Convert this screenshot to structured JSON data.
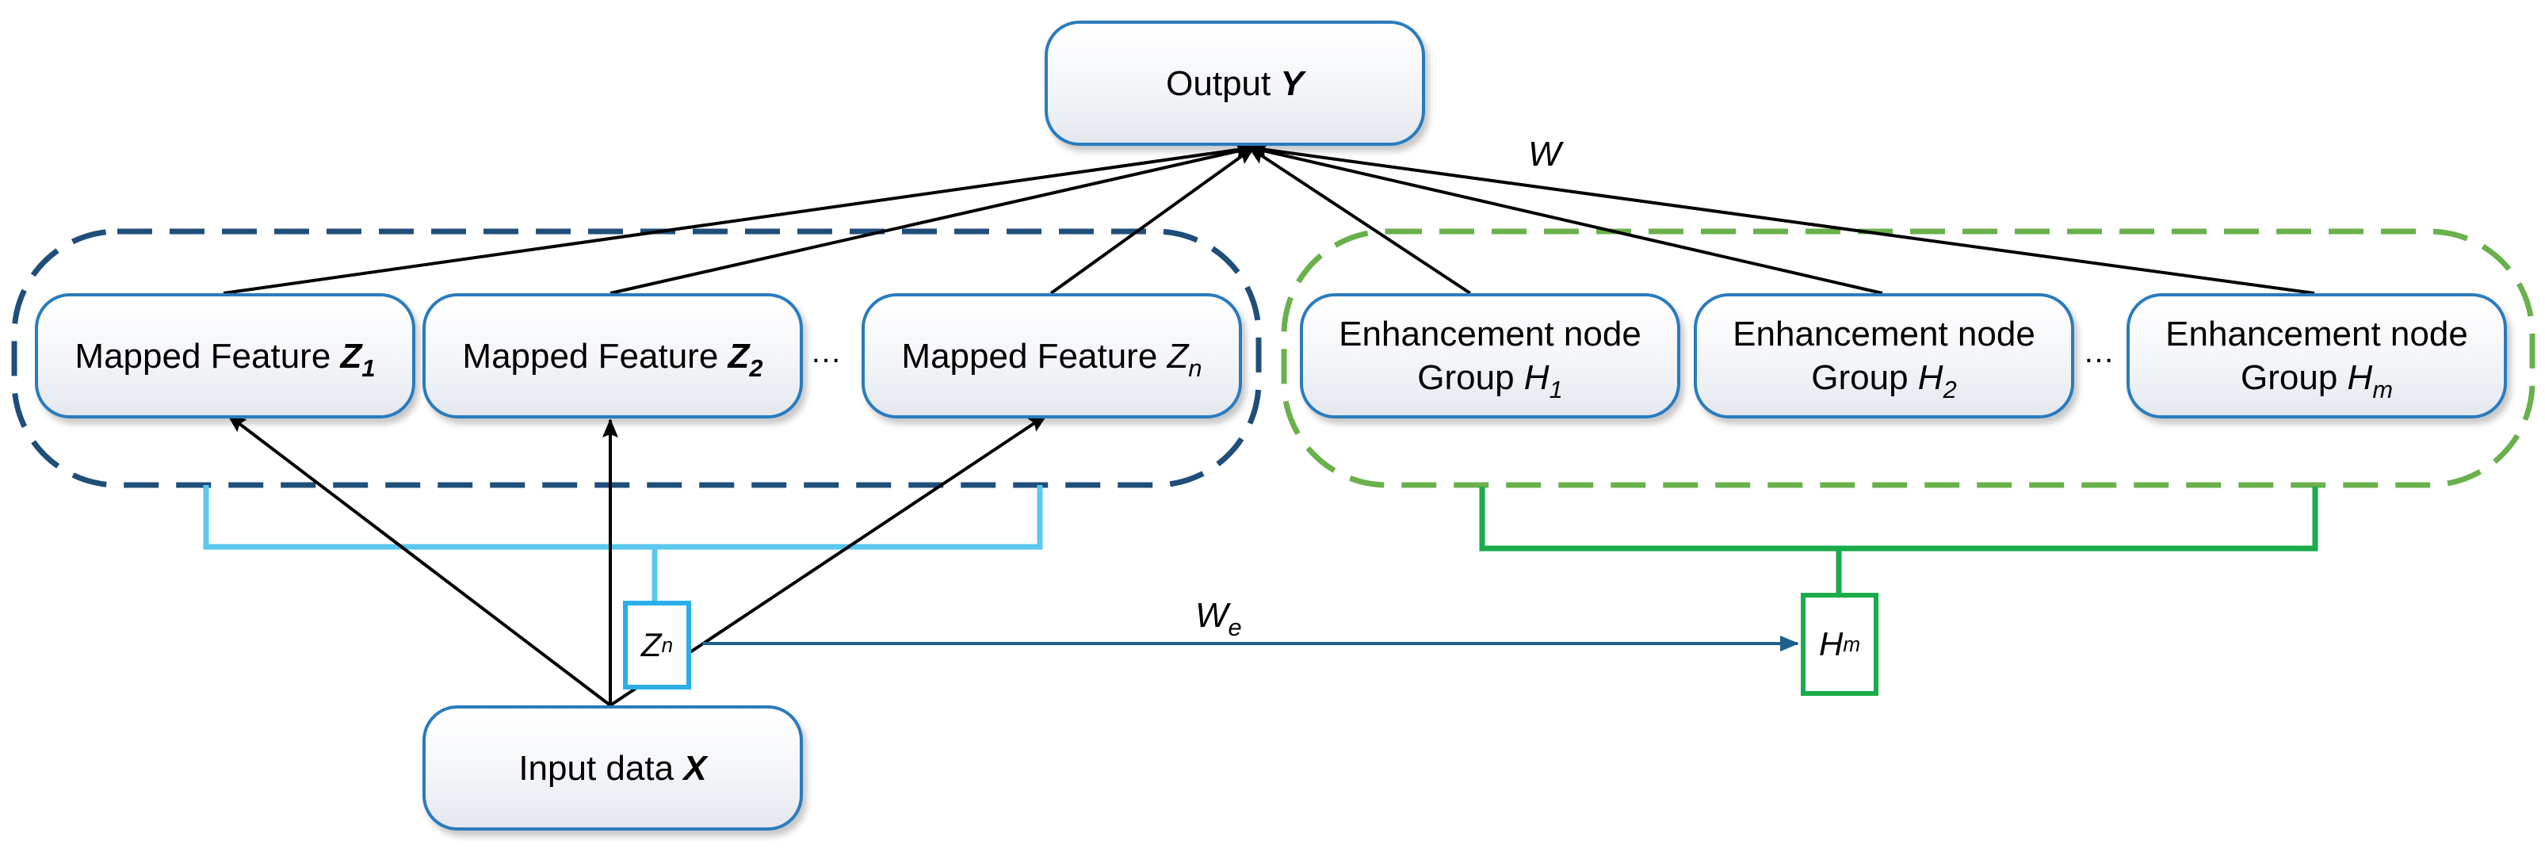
{
  "output": {
    "label": "Output",
    "var": "Y"
  },
  "input": {
    "label": "Input data",
    "var": "X"
  },
  "mapped": [
    {
      "label": "Mapped Feature",
      "var": "Z",
      "sub": "1"
    },
    {
      "label": "Mapped Feature",
      "var": "Z",
      "sub": "2"
    },
    {
      "label": "Mapped Feature",
      "var": "Z",
      "sub": "n"
    }
  ],
  "enhancement": [
    {
      "line1": "Enhancement node",
      "line2": "Group",
      "var": "H",
      "sub": "1"
    },
    {
      "line1": "Enhancement node",
      "line2": "Group",
      "var": "H",
      "sub": "2"
    },
    {
      "line1": "Enhancement node",
      "line2": "Group",
      "var": "H",
      "sub": "m"
    }
  ],
  "ellipsis": "…",
  "concat_z": {
    "var": "Z",
    "sup": "n"
  },
  "concat_h": {
    "var": "H",
    "sup": "m"
  },
  "weights": {
    "w": "W",
    "we": "W",
    "we_sub": "e"
  },
  "colors": {
    "node_border": "#2a7bbd",
    "mapped_group": "#1f4e79",
    "enh_group": "#6ab04c",
    "z_bracket": "#5bc8ee",
    "h_bracket": "#1aab4a",
    "we_arrow": "#1f5f8b"
  }
}
